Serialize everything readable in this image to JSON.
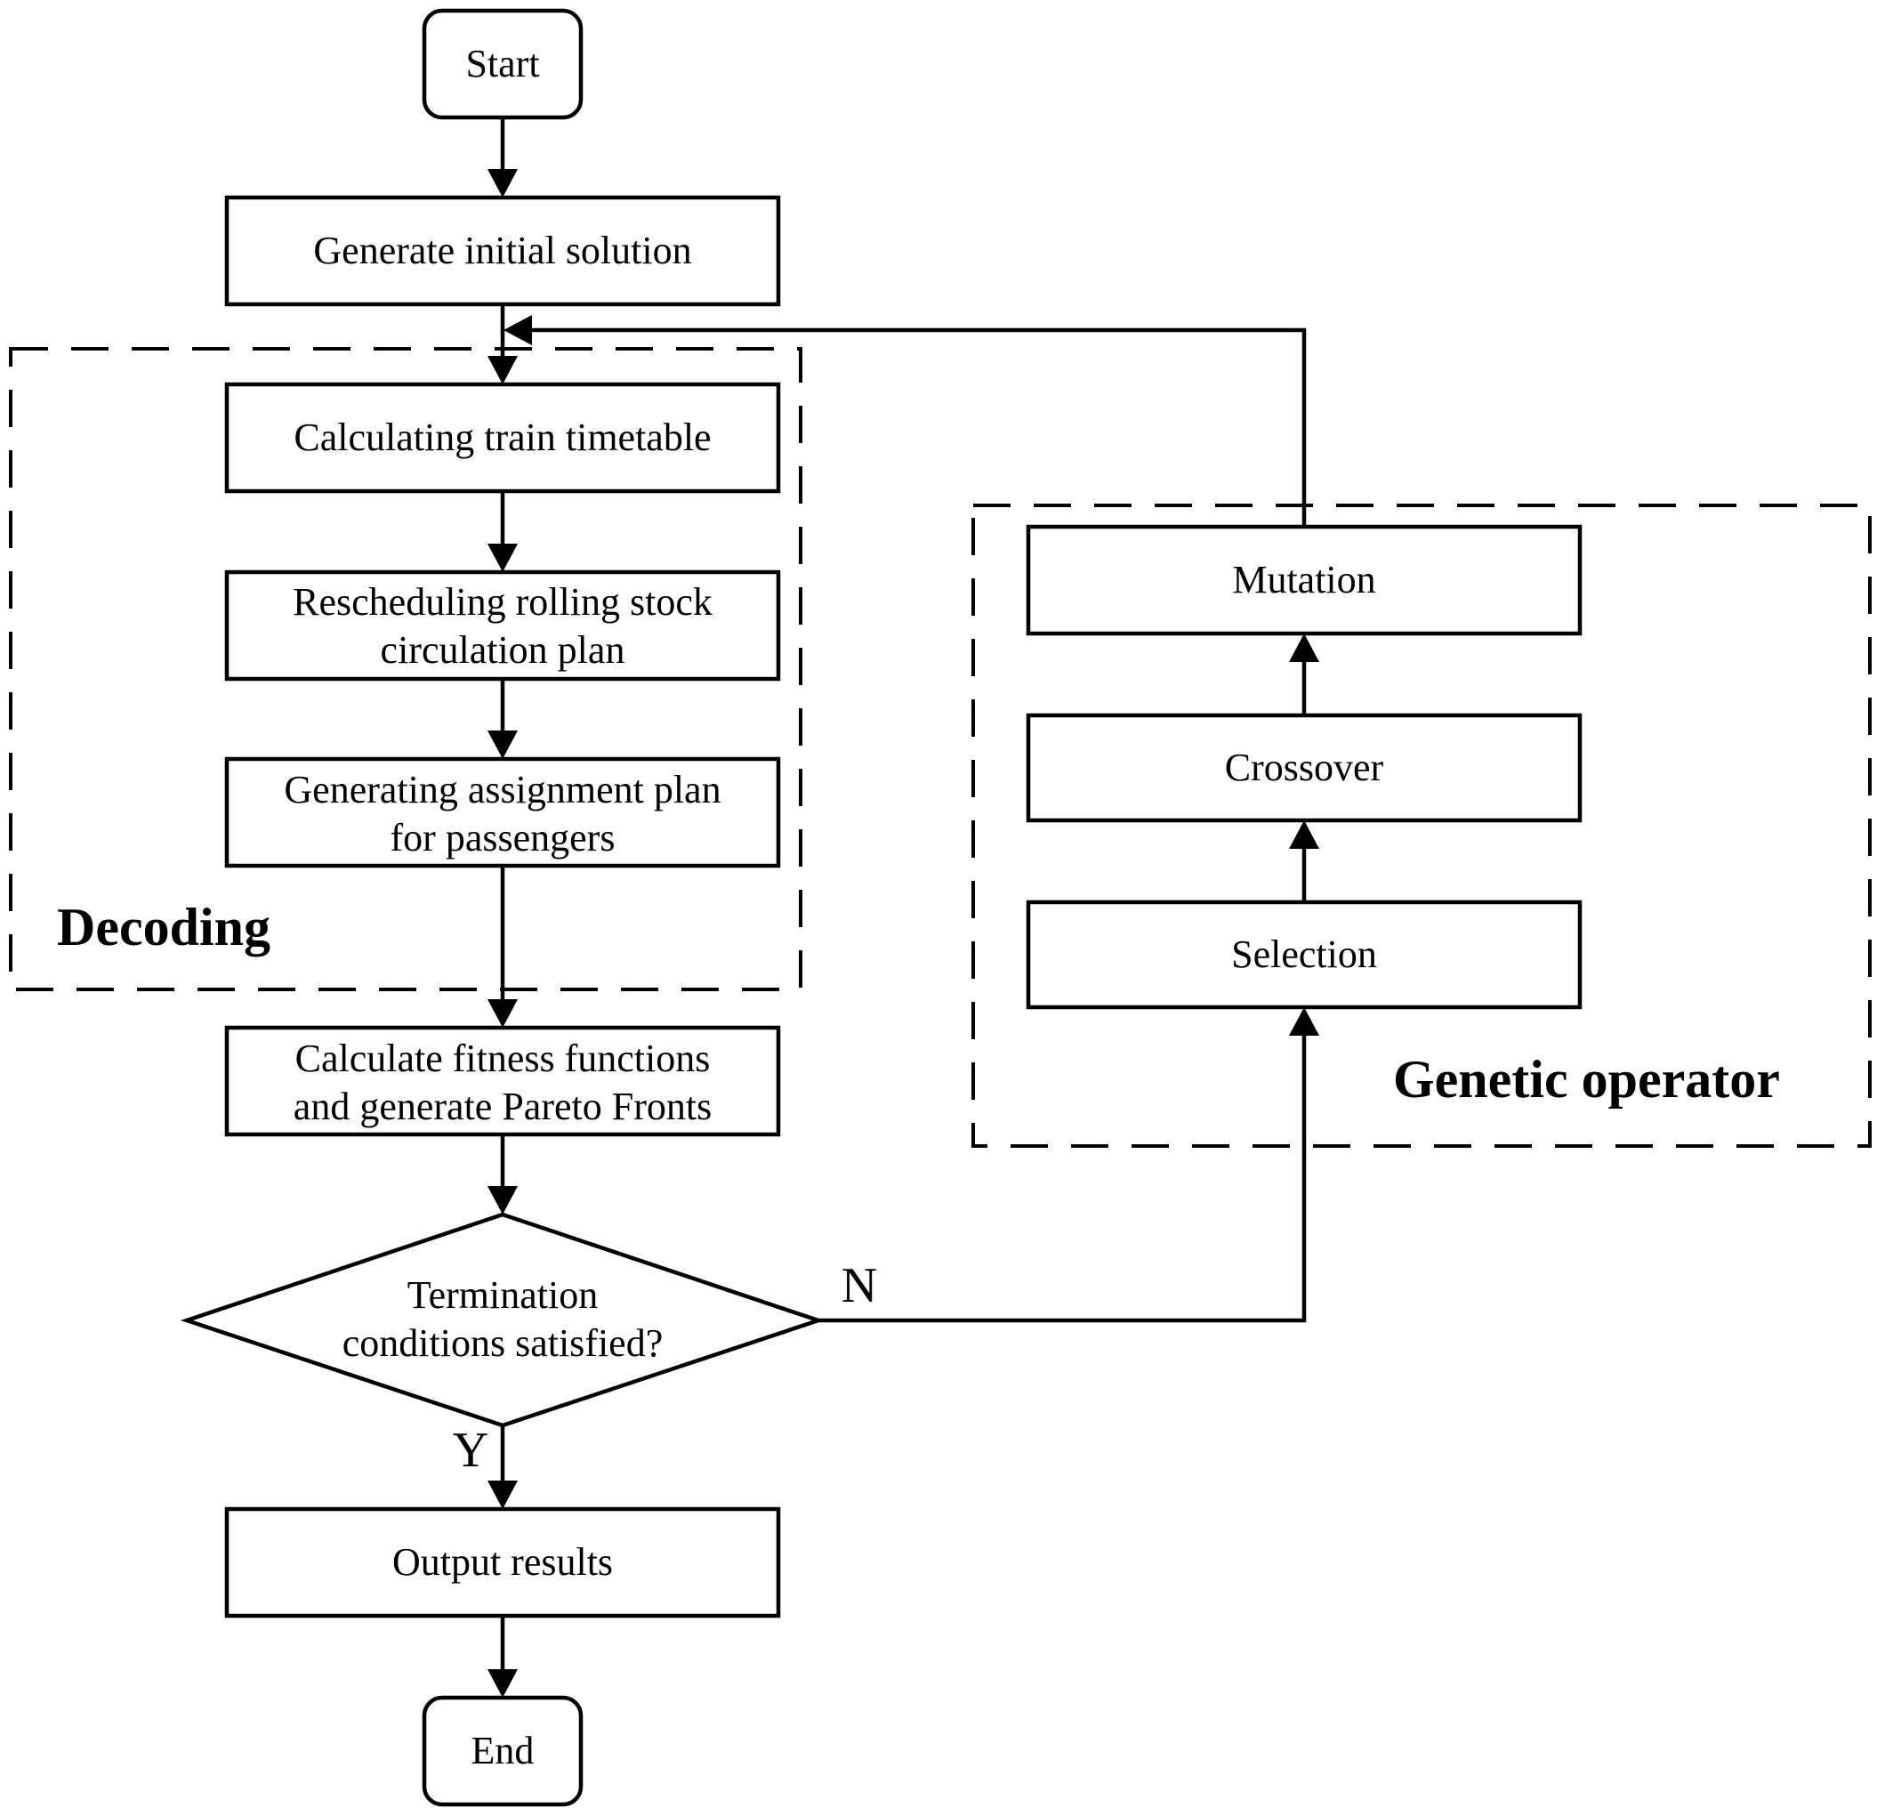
{
  "nodes": {
    "start": "Start",
    "init": "Generate initial solution",
    "timetable": "Calculating train timetable",
    "rolling_1": "Rescheduling rolling stock",
    "rolling_2": "circulation plan",
    "assign_1": "Generating assignment plan",
    "assign_2": "for passengers",
    "fitness_1": "Calculate fitness functions",
    "fitness_2": "and generate Pareto Fronts",
    "decision_1": "Termination",
    "decision_2": "conditions satisfied?",
    "output": "Output results",
    "end": "End",
    "mutation": "Mutation",
    "crossover": "Crossover",
    "selection": "Selection"
  },
  "groups": {
    "decoding": "Decoding",
    "genetic": "Genetic operator"
  },
  "edge_labels": {
    "no": "N",
    "yes": "Y"
  }
}
